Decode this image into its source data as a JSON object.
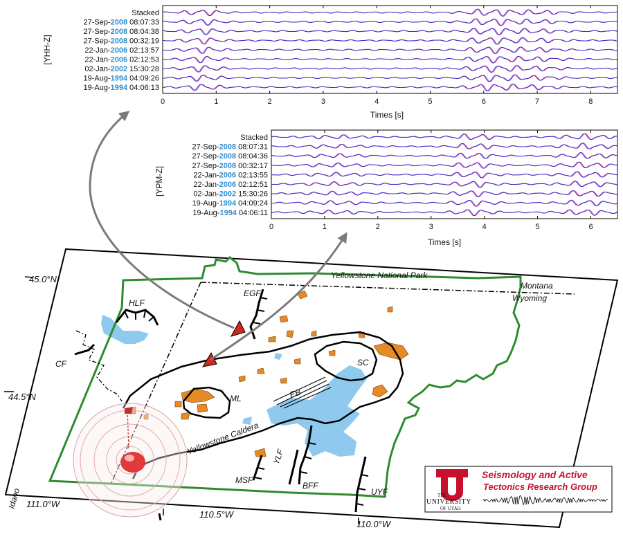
{
  "panel_yhh": {
    "channel": "[YHH-Z]",
    "stacked": "Stacked",
    "rows": [
      {
        "date": "27-Sep-",
        "year": "2008",
        "time": " 08:07:33"
      },
      {
        "date": "27-Sep-",
        "year": "2008",
        "time": " 08:04:38"
      },
      {
        "date": "27-Sep-",
        "year": "2008",
        "time": " 00:32:19"
      },
      {
        "date": "22-Jan-",
        "year": "2006",
        "time": " 02:13:57"
      },
      {
        "date": "22-Jan-",
        "year": "2006",
        "time": " 02:12:53"
      },
      {
        "date": "02-Jan-",
        "year": "2002",
        "time": " 15:30:28"
      },
      {
        "date": "19-Aug-",
        "year": "1994",
        "time": " 04:09:26"
      },
      {
        "date": "19-Aug-",
        "year": "1994",
        "time": " 04:06:13"
      }
    ],
    "xticks": [
      "0",
      "1",
      "2",
      "3",
      "4",
      "5",
      "6",
      "7",
      "8"
    ],
    "xmax": 8.5,
    "xlabel": "Times [s]"
  },
  "panel_ypm": {
    "channel": "[YPM-Z]",
    "stacked": "Stacked",
    "rows": [
      {
        "date": "27-Sep-",
        "year": "2008",
        "time": " 08:07:31"
      },
      {
        "date": "27-Sep-",
        "year": "2008",
        "time": " 08:04:36"
      },
      {
        "date": "27-Sep-",
        "year": "2008",
        "time": " 00:32:17"
      },
      {
        "date": "22-Jan-",
        "year": "2006",
        "time": " 02:13:55"
      },
      {
        "date": "22-Jan-",
        "year": "2006",
        "time": " 02:12:51"
      },
      {
        "date": "02-Jan-",
        "year": "2002",
        "time": " 15:30:26"
      },
      {
        "date": "19-Aug-",
        "year": "1994",
        "time": " 04:09:24"
      },
      {
        "date": "19-Aug-",
        "year": "1994",
        "time": " 04:06:11"
      }
    ],
    "xticks": [
      "0",
      "1",
      "2",
      "3",
      "4",
      "5",
      "6"
    ],
    "xmax": 6.5,
    "xlabel": "Times [s]"
  },
  "map": {
    "park": "Yellowstone National Park",
    "montana": "Montana",
    "wyoming": "Wyoming",
    "idaho": "Idaho",
    "caldera": "Yellowstone Caldera",
    "lat_45": "45.0°N",
    "lat_445": "44.5°N",
    "lon_111": "111.0°W",
    "lon_1105": "110.5°W",
    "lon_110": "110.0°W",
    "faults": {
      "hlf": "HLF",
      "cf": "CF",
      "egf": "EGF",
      "sc": "SC",
      "ml": "ML",
      "eb": "EB",
      "ylf": "YLF",
      "msf": "MSF",
      "bff": "BFF",
      "uyf": "UYF"
    }
  },
  "logo": {
    "the": "THE",
    "university": "UNIVERSITY",
    "of_utah": "OF UTAH",
    "line1": "Seismology and Active",
    "line2": "Tectonics Research Group"
  },
  "colors": {
    "trace_blue": "#1a2ad6",
    "trace_magenta": "#d0309a",
    "year_blue": "#2f8fd0",
    "park_green": "#2e8b2e",
    "lake_blue": "#8fc9ee",
    "hot_orange": "#e58a25",
    "station_red": "#d4281c",
    "utah_red": "#c8102e"
  }
}
